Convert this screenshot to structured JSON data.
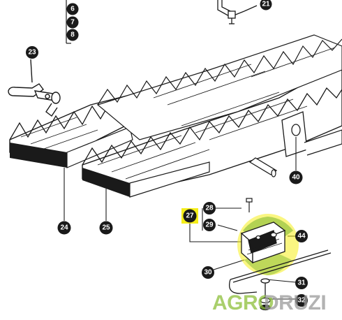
{
  "colors": {
    "ink": "#1a1a1a",
    "highlight": "#f5ee1a",
    "brand_green": "#8dbf3a",
    "brand_gray": "#9a9a9a",
    "watermark_green": "#7cb342"
  },
  "callouts": {
    "c6": "6",
    "c7": "7",
    "c8": "8",
    "c21": "21",
    "c23": "23",
    "c24": "24",
    "c25": "25",
    "c27": "27",
    "c28": "28",
    "c29": "29",
    "c30": "30",
    "c31": "31",
    "c32": "32",
    "c40": "40",
    "c44": "44"
  },
  "watermark": {
    "brand_part1": "AGRO",
    "brand_part2": "DRUZI"
  }
}
